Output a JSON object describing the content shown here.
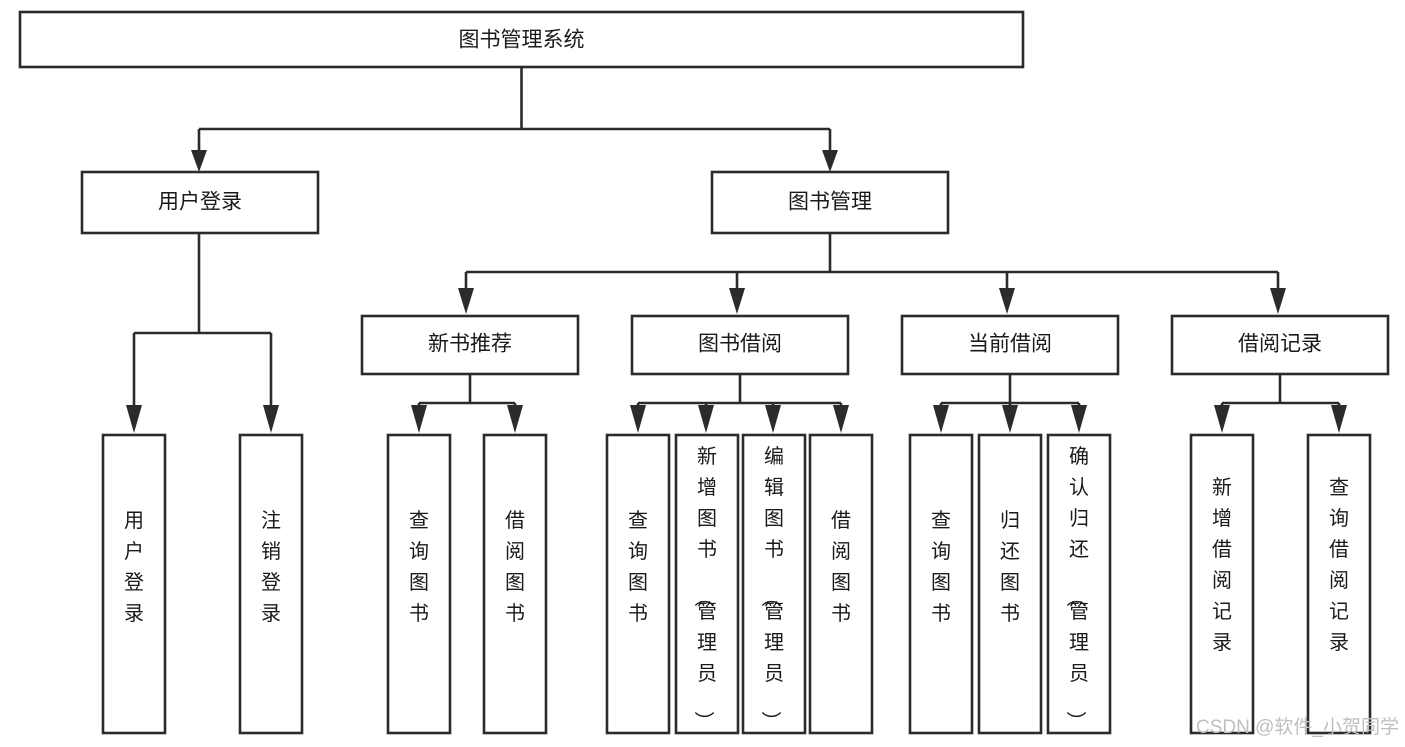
{
  "diagram": {
    "type": "hierarchy-tree",
    "title": "图书管理系统",
    "root": {
      "id": "root",
      "label": "图书管理系统",
      "orientation": "horizontal"
    },
    "level2": [
      {
        "id": "user-login",
        "label": "用户登录",
        "orientation": "horizontal"
      },
      {
        "id": "book-management",
        "label": "图书管理",
        "orientation": "horizontal"
      }
    ],
    "level3": [
      {
        "id": "new-book-recommend",
        "label": "新书推荐",
        "orientation": "horizontal",
        "parent": "book-management"
      },
      {
        "id": "book-borrow",
        "label": "图书借阅",
        "orientation": "horizontal",
        "parent": "book-management"
      },
      {
        "id": "current-borrow",
        "label": "当前借阅",
        "orientation": "horizontal",
        "parent": "book-management"
      },
      {
        "id": "borrow-record",
        "label": "借阅记录",
        "orientation": "horizontal",
        "parent": "book-management"
      }
    ],
    "leaves": [
      {
        "id": "leaf-user-login",
        "label": "用户登录",
        "orientation": "vertical",
        "parent": "user-login"
      },
      {
        "id": "leaf-user-logout",
        "label": "注销登录",
        "orientation": "vertical",
        "parent": "user-login"
      },
      {
        "id": "leaf-query-book-1",
        "label": "查询图书",
        "orientation": "vertical",
        "parent": "new-book-recommend"
      },
      {
        "id": "leaf-borrow-book-1",
        "label": "借阅图书",
        "orientation": "vertical",
        "parent": "new-book-recommend"
      },
      {
        "id": "leaf-query-book-2",
        "label": "查询图书",
        "orientation": "vertical",
        "parent": "book-borrow"
      },
      {
        "id": "leaf-add-book",
        "label": "新增图书（管理员）",
        "orientation": "vertical",
        "parent": "book-borrow"
      },
      {
        "id": "leaf-edit-book",
        "label": "编辑图书（管理员）",
        "orientation": "vertical",
        "parent": "book-borrow"
      },
      {
        "id": "leaf-borrow-book-2",
        "label": "借阅图书",
        "orientation": "vertical",
        "parent": "book-borrow"
      },
      {
        "id": "leaf-query-book-3",
        "label": "查询图书",
        "orientation": "vertical",
        "parent": "current-borrow"
      },
      {
        "id": "leaf-return-book",
        "label": "归还图书",
        "orientation": "vertical",
        "parent": "current-borrow"
      },
      {
        "id": "leaf-confirm-return",
        "label": "确认归还（管理员）",
        "orientation": "vertical",
        "parent": "current-borrow"
      },
      {
        "id": "leaf-add-record",
        "label": "新增借阅记录",
        "orientation": "vertical",
        "parent": "borrow-record"
      },
      {
        "id": "leaf-query-record",
        "label": "查询借阅记录",
        "orientation": "vertical",
        "parent": "borrow-record"
      }
    ],
    "colors": {
      "stroke": "#2b2b2b",
      "fill": "#ffffff",
      "text": "#1a1a1a",
      "watermark": "#bfbfbf"
    }
  },
  "watermark": {
    "text": "CSDN @软件_小贺同学"
  }
}
